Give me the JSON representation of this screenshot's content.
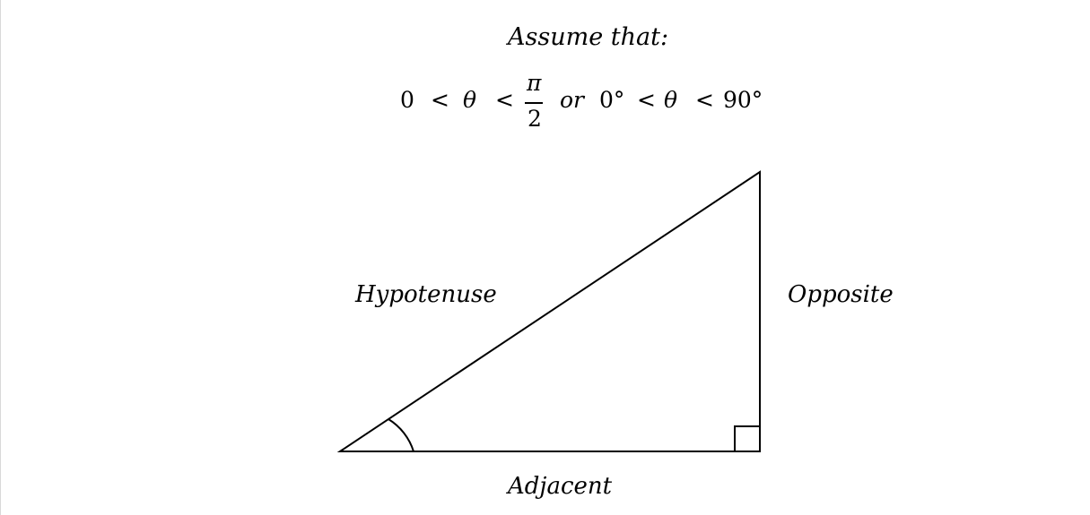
{
  "heading": "Assume that:",
  "condition": {
    "zero": "0",
    "lt_1": "<",
    "theta_1": "θ",
    "lt_2": "<",
    "pi": "π",
    "two": "2",
    "or_word": "or",
    "zero_deg": "0°",
    "lt_3": "<",
    "theta_2": "θ",
    "lt_4": "<",
    "ninety_deg": "90°"
  },
  "triangle": {
    "hypotenuse_label": "Hypotenuse",
    "opposite_label": "Opposite",
    "adjacent_label": "Adjacent",
    "angle_marker_icon": "angle-arc-icon",
    "right_angle_icon": "right-angle-square-icon",
    "stroke_color": "#000000"
  }
}
